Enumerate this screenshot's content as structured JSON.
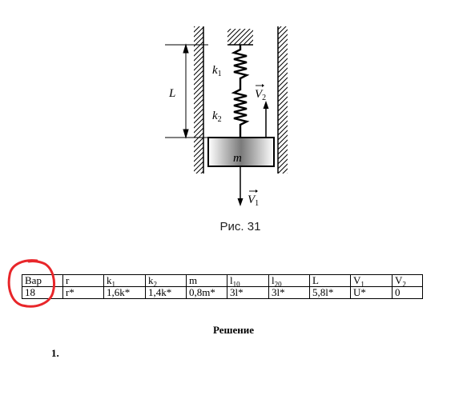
{
  "figure": {
    "labels": {
      "length": "L",
      "spring1": "k",
      "spring1_sub": "1",
      "spring2": "k",
      "spring2_sub": "2",
      "mass": "m",
      "velocity2": "V",
      "velocity2_sub": "2",
      "velocity1": "V",
      "velocity1_sub": "1"
    },
    "caption": "Рис. 31"
  },
  "table": {
    "headers": [
      {
        "main": "Вар",
        "sub": ""
      },
      {
        "main": "r",
        "sub": ""
      },
      {
        "main": "k",
        "sub": "1"
      },
      {
        "main": "k",
        "sub": "2"
      },
      {
        "main": "m",
        "sub": ""
      },
      {
        "main": "l",
        "sub": "10"
      },
      {
        "main": "l",
        "sub": "20"
      },
      {
        "main": "L",
        "sub": ""
      },
      {
        "main": "V",
        "sub": "1"
      },
      {
        "main": "V",
        "sub": "2"
      }
    ],
    "values": [
      "18",
      "r*",
      "1,6k*",
      "1,4k*",
      "0,8m*",
      "3l*",
      "3l*",
      "5,8l*",
      "U*",
      "0"
    ]
  },
  "solution_heading": "Решение",
  "step_number": "1.",
  "colors": {
    "highlight_circle": "#e8262a",
    "ink": "#000000"
  }
}
